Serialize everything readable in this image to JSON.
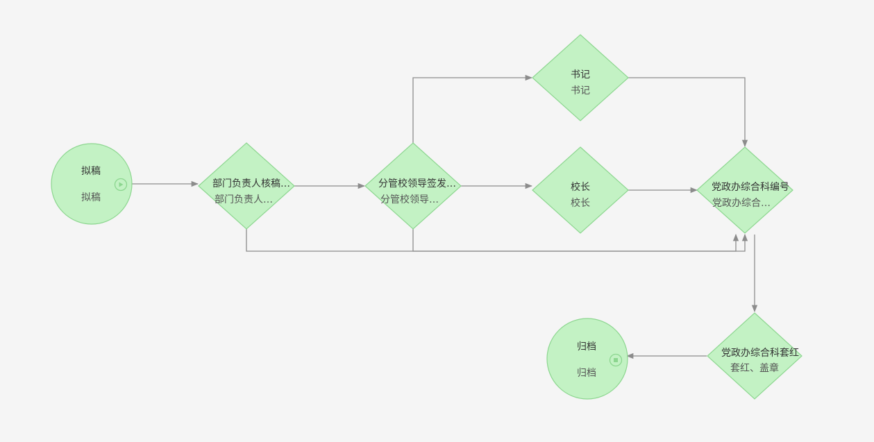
{
  "diagram": {
    "nodes": [
      {
        "id": "draft",
        "type": "start",
        "title": "拟稿",
        "subtitle": "拟稿"
      },
      {
        "id": "dept_review",
        "type": "task",
        "title": "部门负责人核稿…",
        "subtitle": "部门负责人…"
      },
      {
        "id": "vp_sign",
        "type": "task",
        "title": "分管校领导签发…",
        "subtitle": "分管校领导…"
      },
      {
        "id": "secretary",
        "type": "task",
        "title": "书记",
        "subtitle": "书记"
      },
      {
        "id": "president",
        "type": "task",
        "title": "校长",
        "subtitle": "校长"
      },
      {
        "id": "office_number",
        "type": "task",
        "title": "党政办综合科编号",
        "subtitle": "党政办综合…"
      },
      {
        "id": "office_stamp",
        "type": "task",
        "title": "党政办综合科套红",
        "subtitle": "套红、盖章"
      },
      {
        "id": "archive",
        "type": "end",
        "title": "归档",
        "subtitle": "归档"
      }
    ],
    "edges": [
      {
        "from": "draft",
        "to": "dept_review"
      },
      {
        "from": "dept_review",
        "to": "vp_sign"
      },
      {
        "from": "vp_sign",
        "to": "secretary"
      },
      {
        "from": "vp_sign",
        "to": "president"
      },
      {
        "from": "secretary",
        "to": "office_number"
      },
      {
        "from": "president",
        "to": "office_number"
      },
      {
        "from": "dept_review",
        "to": "office_number"
      },
      {
        "from": "vp_sign",
        "to": "office_number"
      },
      {
        "from": "office_number",
        "to": "office_stamp"
      },
      {
        "from": "office_stamp",
        "to": "archive"
      }
    ]
  },
  "colors": {
    "node_fill": "#c3f2c4",
    "node_stroke": "#8cd68f",
    "edge": "#8c8c8c",
    "background": "#f5f5f5"
  },
  "icons": {
    "start": "play-circle-icon",
    "end": "stop-circle-icon"
  }
}
